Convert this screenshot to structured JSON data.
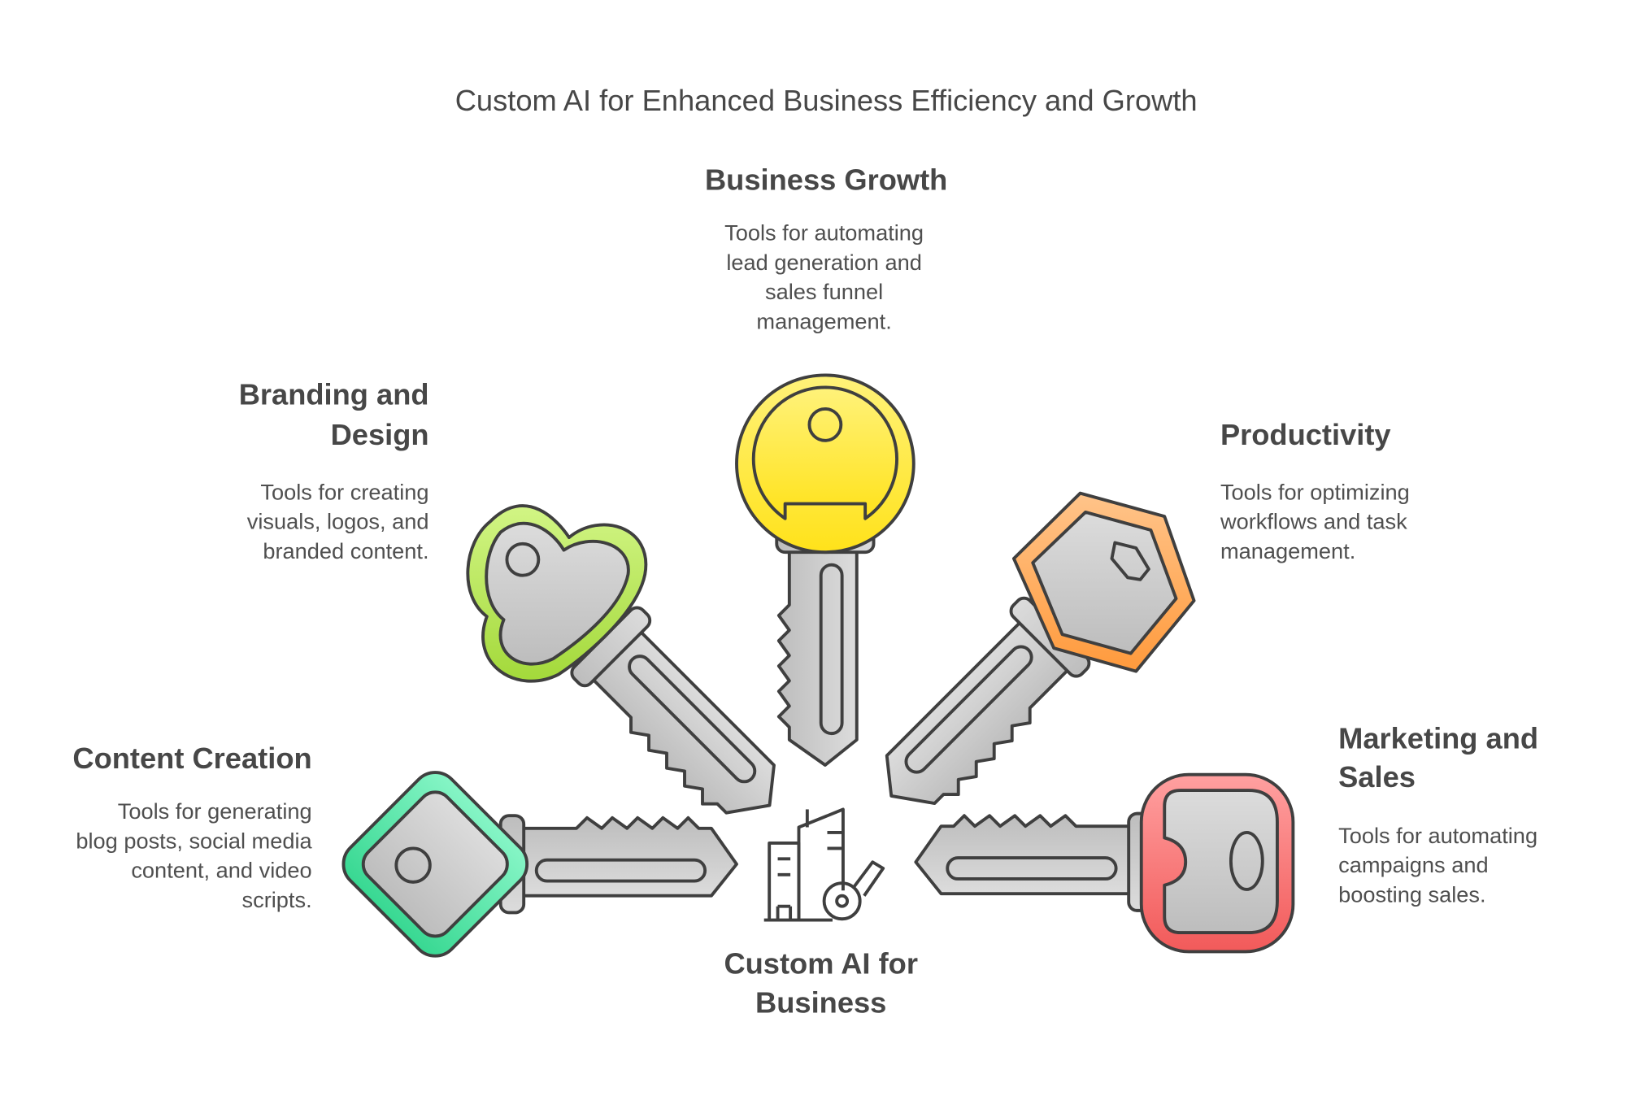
{
  "title": "Custom AI for Enhanced Business Efficiency and Growth",
  "center": {
    "lines": [
      "Custom AI for",
      "Business"
    ],
    "icon": "building-key-icon"
  },
  "items": [
    {
      "id": "business-growth",
      "heading": [
        "Business Growth"
      ],
      "desc": [
        "Tools for automating",
        "lead generation and",
        "sales funnel",
        "management."
      ],
      "color_light": "#fff27a",
      "color_dark": "#ffe21a"
    },
    {
      "id": "branding-design",
      "heading": [
        "Branding and",
        "Design"
      ],
      "desc": [
        "Tools for creating",
        "visuals, logos, and",
        "branded content."
      ],
      "color_light": "#d2f585",
      "color_dark": "#a3d93a"
    },
    {
      "id": "productivity",
      "heading": [
        "Productivity"
      ],
      "desc": [
        "Tools for optimizing",
        "workflows and task",
        "management."
      ],
      "color_light": "#ffc48a",
      "color_dark": "#ff9a3c"
    },
    {
      "id": "content-creation",
      "heading": [
        "Content Creation"
      ],
      "desc": [
        "Tools for generating",
        "blog posts, social media",
        "content, and video",
        "scripts."
      ],
      "color_light": "#86f5c6",
      "color_dark": "#38d892"
    },
    {
      "id": "marketing-sales",
      "heading": [
        "Marketing and",
        "Sales"
      ],
      "desc": [
        "Tools for automating",
        "campaigns and",
        "boosting sales."
      ],
      "color_light": "#ffa0a0",
      "color_dark": "#f25a5a"
    }
  ]
}
